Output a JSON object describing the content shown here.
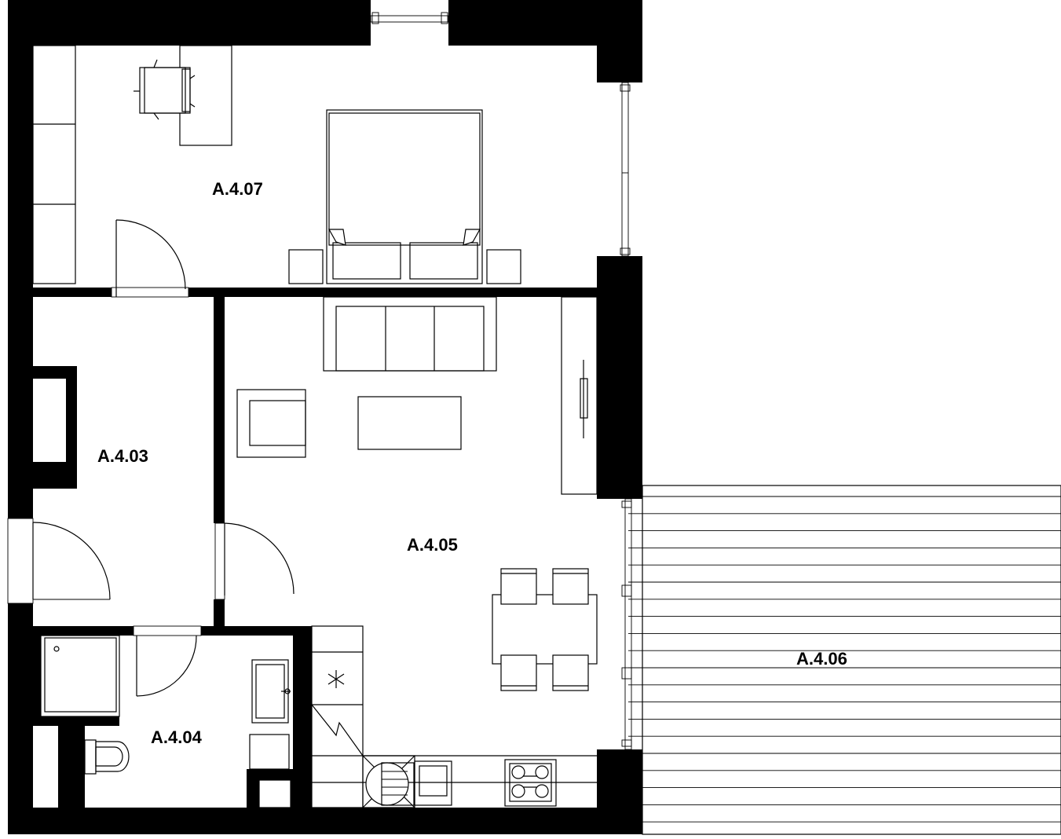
{
  "rooms": {
    "r0407": "A.4.07",
    "r0403": "A.4.03",
    "r0405": "A.4.05",
    "r0404": "A.4.04",
    "r0406": "A.4.06"
  },
  "colors": {
    "wall": "#000000",
    "background": "#ffffff"
  }
}
